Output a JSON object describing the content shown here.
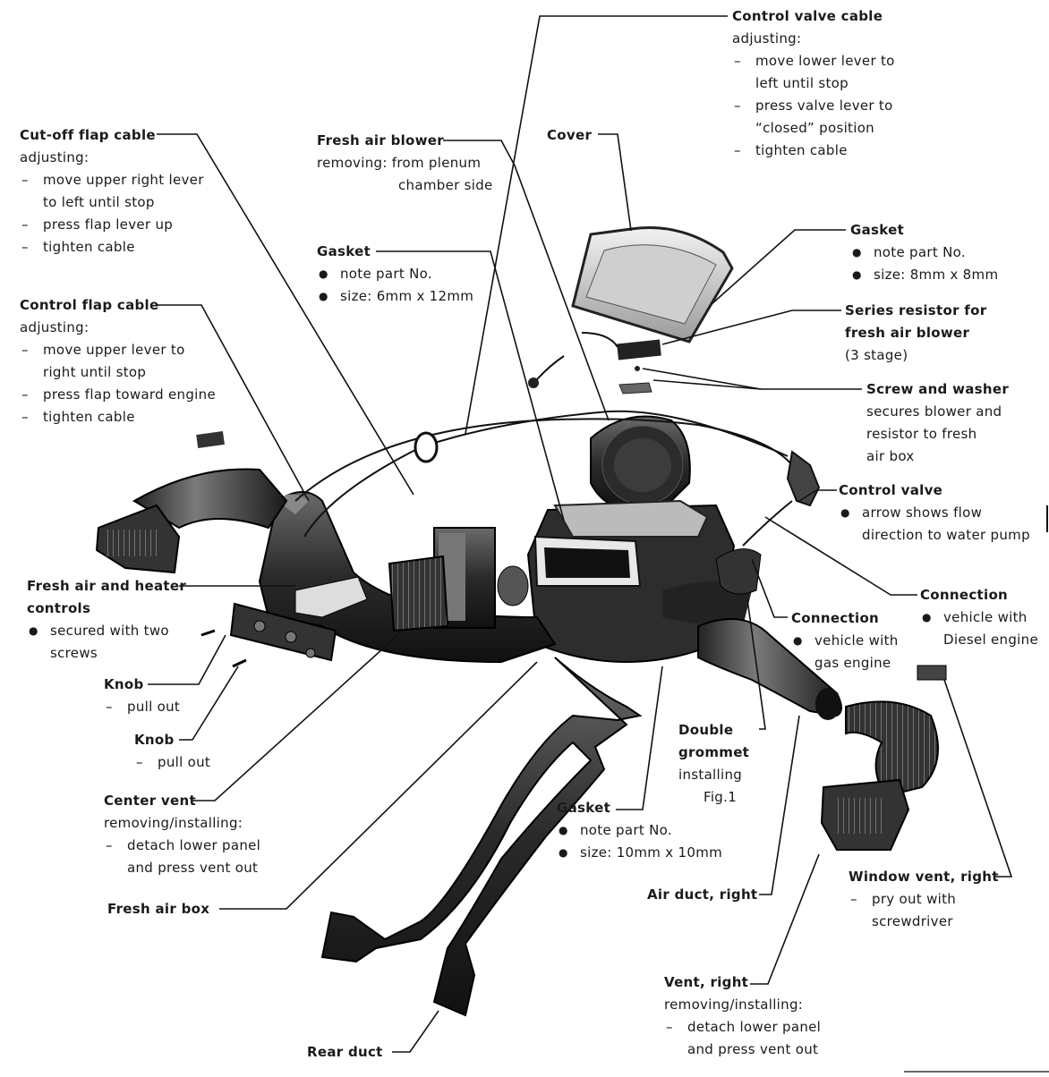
{
  "labels": {
    "control_valve_cable": {
      "title": "Control valve cable",
      "sub": "adjusting:",
      "items": [
        "move lower lever to",
        "left until stop",
        "press valve lever to",
        "“closed” position",
        "tighten cable"
      ]
    },
    "cutoff_flap_cable": {
      "title": "Cut-off flap cable",
      "sub": "adjusting:",
      "items": [
        "move upper right lever",
        "to left until stop",
        "press flap lever up",
        "tighten cable"
      ]
    },
    "fresh_air_blower": {
      "title": "Fresh air blower",
      "line1": "removing: from plenum",
      "line2": "chamber side"
    },
    "cover": {
      "title": "Cover"
    },
    "gasket_top": {
      "title": "Gasket",
      "items": [
        "note part No.",
        "size: 8mm x 8mm"
      ]
    },
    "gasket_mid": {
      "title": "Gasket",
      "items": [
        "note part No.",
        "size: 6mm x 12mm"
      ]
    },
    "series_resistor": {
      "title1": "Series resistor for",
      "title2": "fresh air blower",
      "sub": "(3 stage)"
    },
    "control_flap_cable": {
      "title": "Control flap cable",
      "sub": "adjusting:",
      "items": [
        "move upper lever to",
        "right until stop",
        "press flap toward engine",
        "tighten cable"
      ]
    },
    "screw_washer": {
      "title": "Screw and washer",
      "lines": [
        "secures blower and",
        "resistor to fresh",
        "air box"
      ]
    },
    "control_valve": {
      "title": "Control valve",
      "items": [
        "arrow shows flow",
        "direction to water pump"
      ]
    },
    "fresh_air_controls": {
      "title1": "Fresh air and heater",
      "title2": "controls",
      "items": [
        "secured with two",
        "screws"
      ]
    },
    "connection_diesel": {
      "title": "Connection",
      "items": [
        "vehicle with",
        "Diesel engine"
      ]
    },
    "connection_gas": {
      "title": "Connection",
      "items": [
        "vehicle with",
        "gas engine"
      ]
    },
    "knob1": {
      "title": "Knob",
      "item": "pull out"
    },
    "knob2": {
      "title": "Knob",
      "item": "pull out"
    },
    "double_grommet": {
      "title1": "Double",
      "title2": "grommet",
      "l1": "installing",
      "l2": "Fig.1"
    },
    "center_vent": {
      "title": "Center vent",
      "sub": "removing/installing:",
      "items": [
        "detach lower panel",
        "and press vent out"
      ]
    },
    "gasket_bottom": {
      "title": "Gasket",
      "items": [
        "note part No.",
        "size: 10mm x 10mm"
      ]
    },
    "window_vent_right": {
      "title": "Window vent, right",
      "items": [
        "pry out with",
        "screwdriver"
      ]
    },
    "fresh_air_box": {
      "title": "Fresh air box"
    },
    "air_duct_right": {
      "title": "Air duct, right"
    },
    "vent_right": {
      "title": "Vent, right",
      "sub": "removing/installing:",
      "items": [
        "detach lower panel",
        "and press vent out"
      ]
    },
    "rear_duct": {
      "title": "Rear duct"
    }
  }
}
